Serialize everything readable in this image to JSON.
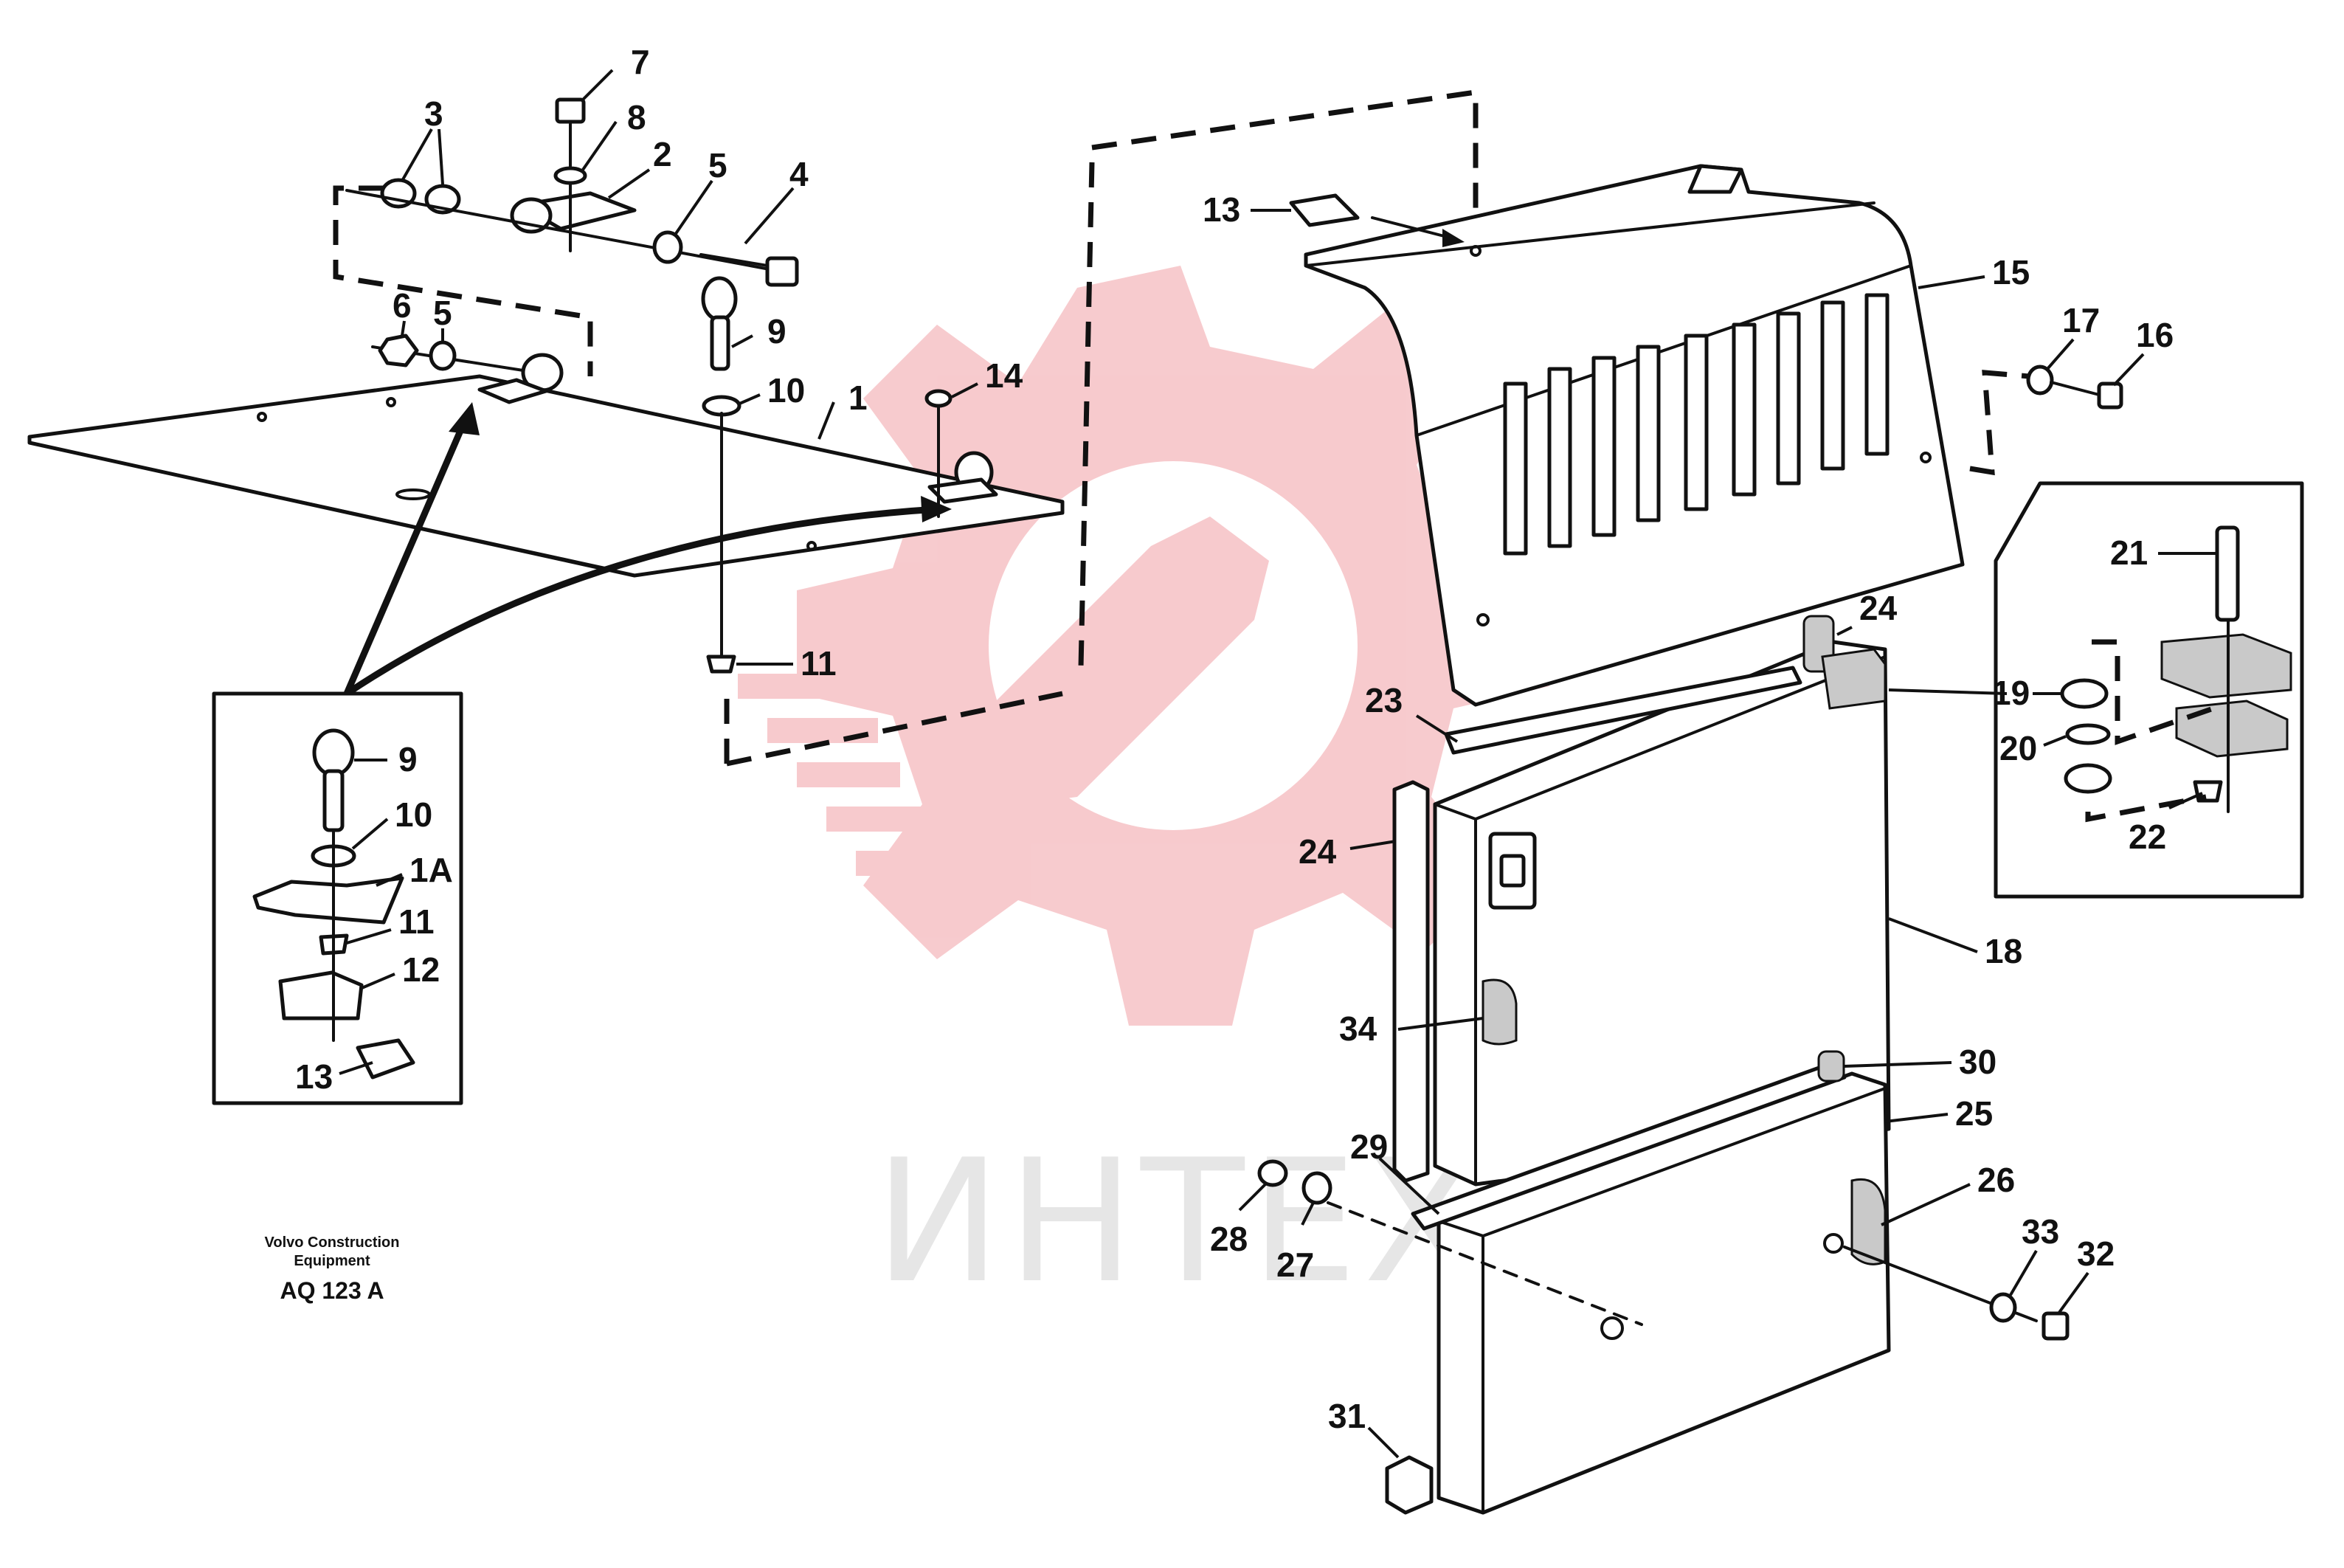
{
  "watermark": {
    "text": "ИНТЕХ",
    "logo_color": "#f7c8cb",
    "text_color": "#e5e5e5"
  },
  "caption": {
    "line1": "Volvo Construction",
    "line2": "Equipment",
    "code": "AQ 123 A"
  },
  "callouts": {
    "c1": "1",
    "c1a": "1A",
    "c2": "2",
    "c3": "3",
    "c4": "4",
    "c5a": "5",
    "c5b": "5",
    "c6": "6",
    "c7": "7",
    "c8": "8",
    "c9a": "9",
    "c9b": "9",
    "c10a": "10",
    "c10b": "10",
    "c11a": "11",
    "c11b": "11",
    "c12": "12",
    "c13a": "13",
    "c13b": "13",
    "c14": "14",
    "c15": "15",
    "c16": "16",
    "c17": "17",
    "c18": "18",
    "c19": "19",
    "c20": "20",
    "c21": "21",
    "c22": "22",
    "c23": "23",
    "c24a": "24",
    "c24b": "24",
    "c25": "25",
    "c26": "26",
    "c27": "27",
    "c28": "28",
    "c29": "29",
    "c30": "30",
    "c31": "31",
    "c32": "32",
    "c33": "33",
    "c34": "34"
  }
}
